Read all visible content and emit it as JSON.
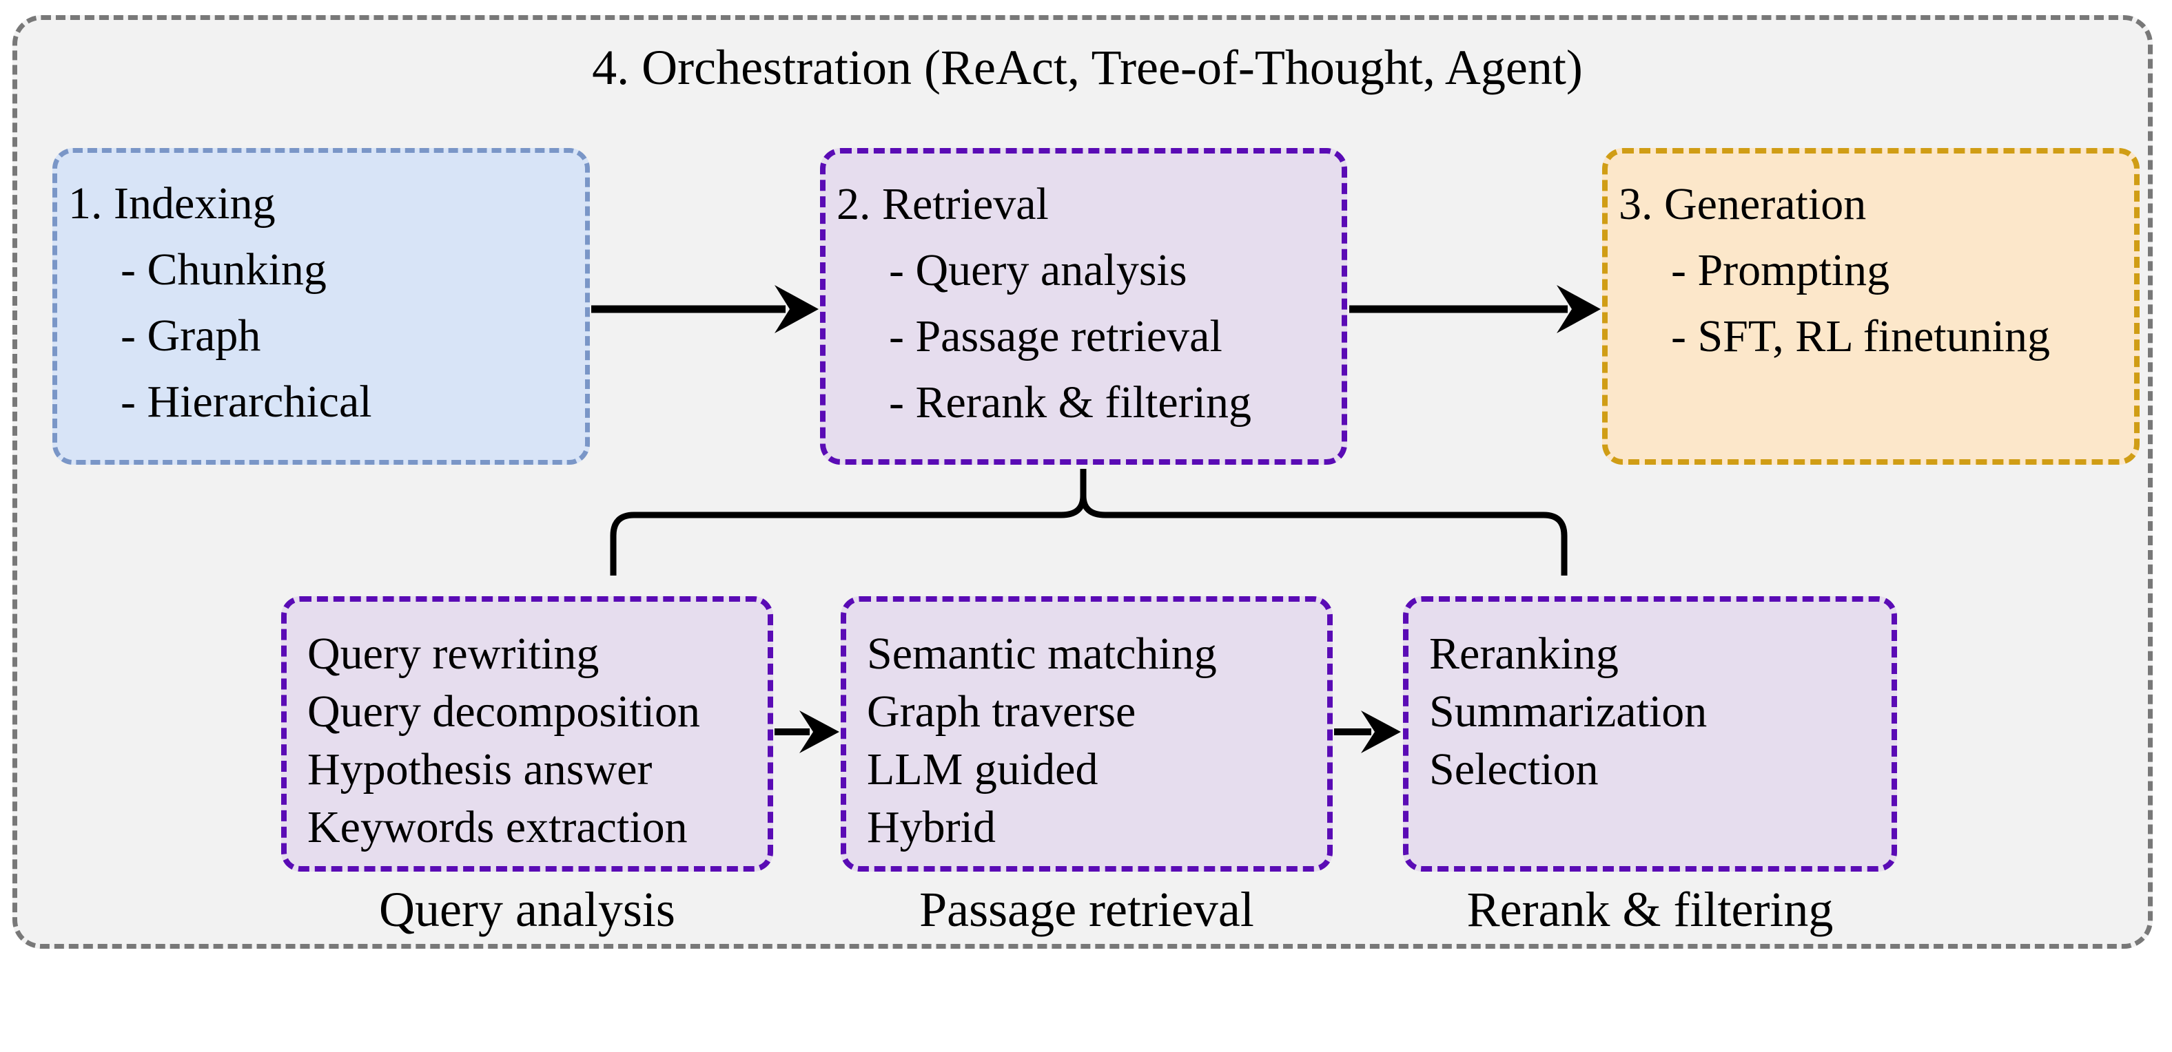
{
  "diagram": {
    "container_title": "4. Orchestration (ReAct, Tree-of-Thought, Agent)",
    "main_boxes": [
      {
        "id": "indexing",
        "label": "1. Indexing",
        "items": [
          "- Chunking",
          "- Graph",
          "- Hierarchical"
        ]
      },
      {
        "id": "retrieval",
        "label": "2. Retrieval",
        "items": [
          "- Query analysis",
          "- Passage retrieval",
          "- Rerank & filtering"
        ]
      },
      {
        "id": "generation",
        "label": "3. Generation",
        "items": [
          "- Prompting",
          "- SFT, RL finetuning"
        ]
      }
    ],
    "sub_boxes": [
      {
        "id": "query-analysis",
        "items": [
          "Query rewriting",
          "Query decomposition",
          "Hypothesis answer",
          "Keywords extraction"
        ],
        "caption": "Query analysis"
      },
      {
        "id": "passage-retrieval",
        "items": [
          "Semantic matching",
          "Graph traverse",
          "LLM guided",
          "Hybrid"
        ],
        "caption": "Passage retrieval"
      },
      {
        "id": "rerank-filtering",
        "items": [
          "Reranking",
          "Summarization",
          "Selection"
        ],
        "caption": "Rerank & filtering"
      }
    ],
    "icons": {
      "flow_arrow": "right-arrow",
      "connector": "three-way-split-bracket"
    },
    "colors": {
      "gray_border": "#787878",
      "panel_fill": "#f2f2f2",
      "blue_border": "#7a96c7",
      "blue_fill": "#d8e4f7",
      "purple_border": "#5a0bb5",
      "purple_fill": "#e6ddee",
      "orange_border": "#d09d15",
      "orange_fill": "#fce7ca",
      "ink": "#000000",
      "page": "#ffffff"
    }
  }
}
